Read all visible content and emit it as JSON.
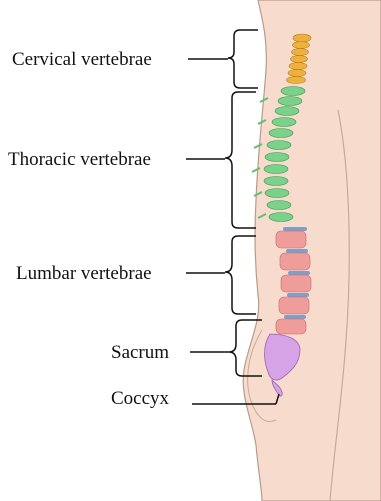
{
  "labels": {
    "cervical": "Cervical vertebrae",
    "thoracic": "Thoracic vertebrae",
    "lumbar": "Lumbar vertebrae",
    "sacrum": "Sacrum",
    "coccyx": "Coccyx"
  },
  "colors": {
    "skin": "#f7dccd",
    "skin_outline": "#b99a8c",
    "cervical": "#f0b13c",
    "thoracic": "#79d18a",
    "lumbar": "#ef9d9b",
    "discs": "#7f9fc9",
    "sacrum": "#d5a3e6",
    "bracket": "#111111"
  }
}
